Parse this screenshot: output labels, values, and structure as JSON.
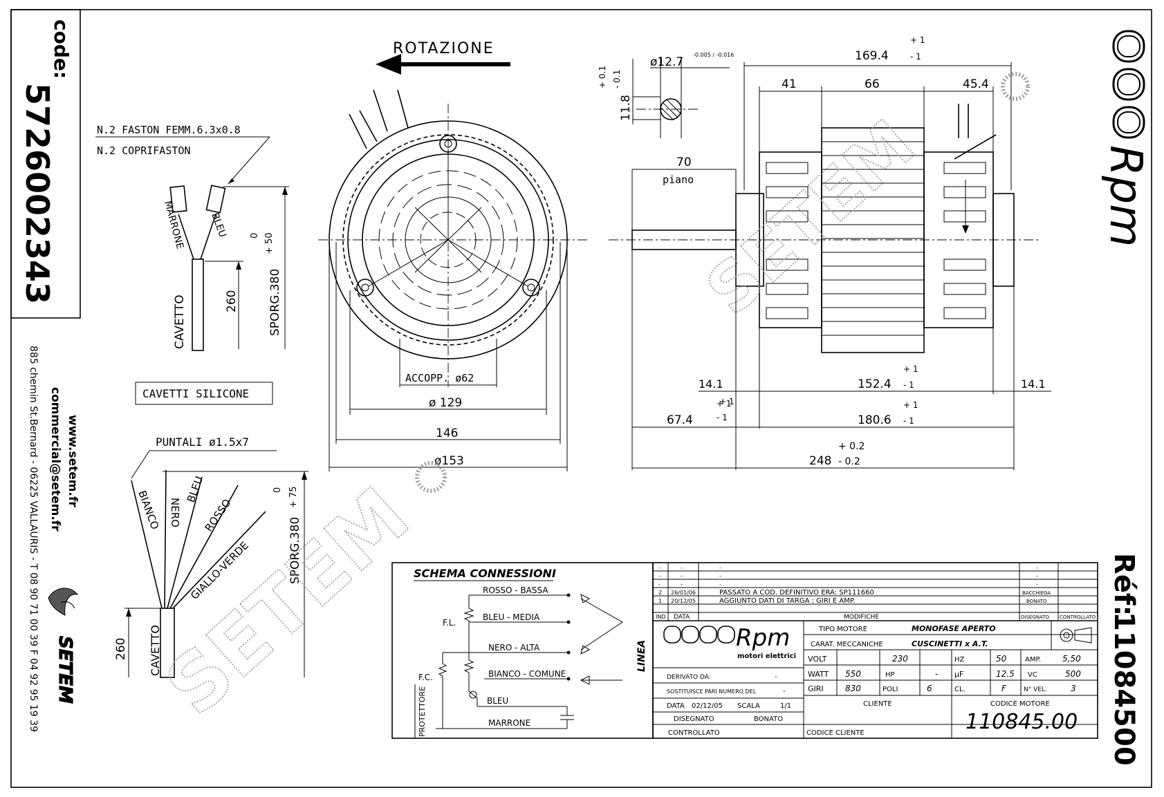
{
  "sidebar": {
    "code_label": "code:",
    "code_value": "5726002343",
    "website": "www.setem.fr",
    "email": "commercial@setem.fr",
    "address": "885 chemin St.Bernard - 06225 VALLAURIS - T 08 90 71 00 39 F 04 92 95 19 39",
    "brand": "SETEM"
  },
  "right_rail": {
    "brand": "Rpm",
    "ref_label": "Réf:",
    "ref_value": "11084500",
    "watermark": "SETEM"
  },
  "rotation": {
    "label": "ROTAZIONE"
  },
  "cable_top": {
    "fastons": "N.2 FASTON FEMM.6.3x0.8",
    "covers": "N.2 COPRIFASTON",
    "wire_a": "MARRONE",
    "wire_b": "BLEU",
    "cable": "CAVETTO",
    "length": "260",
    "protrusion": "SPORG.380",
    "tol_plus": "+ 50",
    "tol_minus": "0",
    "silicone": "CAVETTI SILICONE"
  },
  "cable_bottom": {
    "tips": "PUNTALI ø1.5x7",
    "wires": [
      "BIANCO",
      "NERO",
      "BLEU",
      "ROSSO",
      "GIALLO-VERDE"
    ],
    "cable": "CAVETTO",
    "length": "260",
    "protrusion": "SPORG.380",
    "tol_plus": "+ 75",
    "tol_minus": "0"
  },
  "front_view": {
    "coupling": "ACCOPP. ø62",
    "d129": "ø 129",
    "w146": "146",
    "d153": "ø153"
  },
  "shaft_detail": {
    "diameter": "ø12.7",
    "diam_tol": "-0.005 / -0.016",
    "flat": "11.8",
    "flat_tol_plus": "+ 0.1",
    "flat_tol_minus": "- 0.1"
  },
  "side_view": {
    "total_body": "169.4",
    "total_body_tol": [
      "+ 1",
      "- 1"
    ],
    "seg1": "41",
    "seg2": "66",
    "seg3": "45.4",
    "flat_len": "70",
    "flat_label": "piano",
    "left_ext": "14.1",
    "left_ext_tol": "+ 1",
    "right_ext": "14.1",
    "stator": "152.4",
    "stator_tol": [
      "+ 1",
      "- 1"
    ],
    "shaft_len": "67.4",
    "shaft_len_tol": [
      "+ 1",
      "- 1"
    ],
    "body_len": "180.6",
    "body_len_tol": [
      "+ 1",
      "- 1"
    ],
    "overall": "248",
    "overall_tol": [
      "+ 0.2",
      "- 0.2"
    ]
  },
  "schema": {
    "title": "SCHEMA CONNESSIONI",
    "wire1": "ROSSO - BASSA",
    "wire2": "BLEU - MEDIA",
    "wire3": "NERO - ALTA",
    "wire4": "BIANCO - COMUNE",
    "wire5": "BLEU",
    "wire6": "MARRONE",
    "fl": "F.L.",
    "fc": "F.C.",
    "protector": "PROTETTORE",
    "linea": "LINEA"
  },
  "title_block": {
    "rev_rows": [
      {
        "n": "-",
        "date": "-",
        "desc": "-",
        "sign": "-",
        "ctrl": ""
      },
      {
        "n": "-",
        "date": "-",
        "desc": "-",
        "sign": "-",
        "ctrl": ""
      },
      {
        "n": "-",
        "date": "-",
        "desc": "-",
        "sign": "-",
        "ctrl": ""
      },
      {
        "n": "2",
        "date": "26/01/06",
        "desc": "PASSATO A COD. DEFINITIVO ERA: SP111660",
        "sign": "BACCHIEGA",
        "ctrl": ""
      },
      {
        "n": "1",
        "date": "20/12/05",
        "desc": "AGGIUNTO DATI DI TARGA : GIRI E AMP.",
        "sign": "BONATO",
        "ctrl": ""
      }
    ],
    "rev_header": {
      "ind": "IND",
      "data": "DATA",
      "modifiche": "MODIFICHE",
      "disegnato": "DISEGNATO",
      "controllato": "CONTROLLATO"
    },
    "logo_rpm": "Rpm",
    "logo_sub": "motori elettrici",
    "tipo_label": "TIPO MOTORE",
    "tipo_value": "MONOFASE APERTO",
    "carat_label": "CARAT. MECCANICHE",
    "carat_value": "CUSCINETTI x A.T.",
    "volt_label": "VOLT",
    "volt_value": "230",
    "hz_label": "HZ",
    "hz_value": "50",
    "amp_label": "AMP.",
    "amp_value": "5,50",
    "watt_label": "WATT",
    "watt_value": "550",
    "hp_label": "HP",
    "hp_value": "-",
    "uf_label": "μF",
    "uf_value": "12.5",
    "vc_label": "VC",
    "vc_value": "500",
    "giri_label": "GIRI",
    "giri_value": "830",
    "poli_label": "POLI",
    "poli_value": "6",
    "cl_label": "CL.",
    "cl_value": "F",
    "nvel_label": "N° VEL.",
    "nvel_value": "3",
    "derivato_label": "DERIVATO DA:",
    "derivato_value": "-",
    "sost_label": "SOSTITUISCE PARI NUMERO DEL",
    "sost_value": "-",
    "data_label": "DATA",
    "data_value": "02/12/05",
    "scala_label": "SCALA",
    "scala_value": "1/1",
    "disegnato_label": "DISEGNATO",
    "disegnato_value": "BONATO",
    "controllato_label": "CONTROLLATO",
    "cliente_label": "CLIENTE",
    "codice_cliente_label": "CODICE CLIENTE",
    "codice_motore_label": "CODICE MOTORE",
    "codice_motore_value": "110845.00"
  }
}
